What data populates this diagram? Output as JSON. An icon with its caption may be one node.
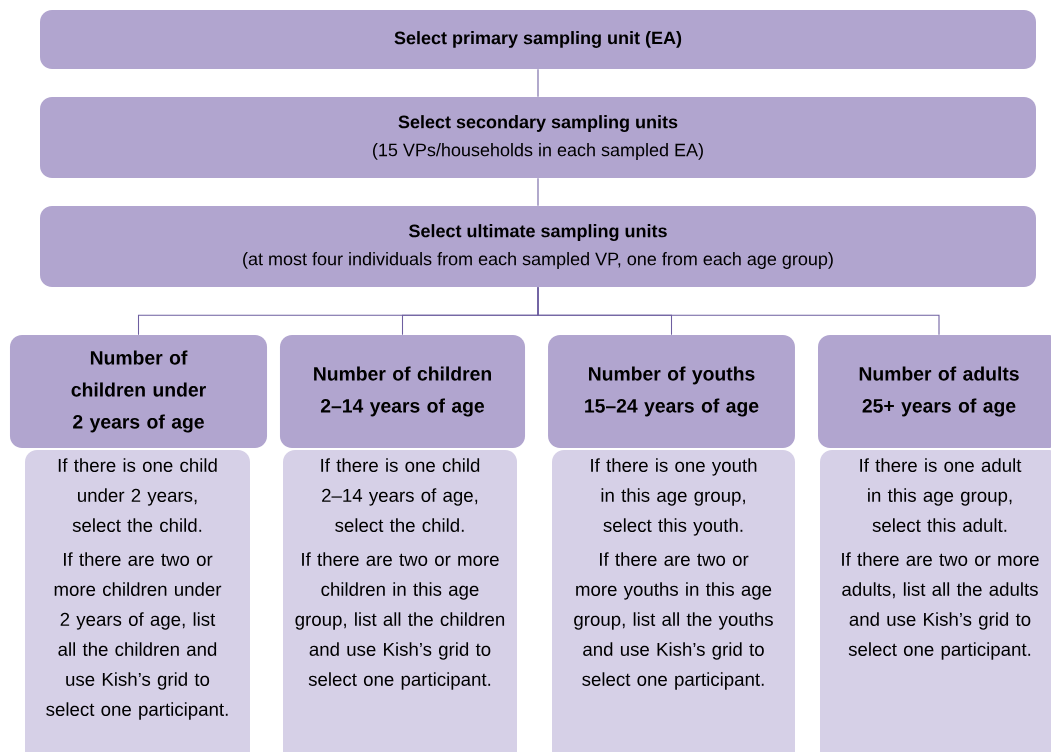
{
  "diagram": {
    "nodes": [
      {
        "text": [
          "Select primary sampling unit (EA)"
        ]
      },
      {
        "text": [
          "Select secondary sampling units",
          "(15 VPs/households in each sampled EA)"
        ]
      },
      {
        "text": [
          "Select ultimate sampling units",
          "(at most four individuals from each sampled VP, one from each age group)"
        ]
      },
      {
        "text": [
          "Number of children under 2 years of age"
        ]
      },
      {
        "text": [
          "If there is one child under 2 years, select the child.",
          "If there are two or more children under 2 years of age, list all the children and use Kish’s grid to select one participant."
        ]
      },
      {
        "text": [
          "Number of children 2–14 years of age"
        ]
      },
      {
        "text": [
          "If there is one child 2–14 years of age, select the child.",
          "If there are two or more children in this age group, list all the children and use Kish’s grid to select one participant."
        ]
      },
      {
        "text": [
          "Number of youths 15–24 years of age"
        ]
      },
      {
        "text": [
          "If there is one youth in this age group, select this youth.",
          "If there are two or more youths in this age group, list all the youths and use Kish’s grid to select one participant."
        ]
      },
      {
        "text": [
          "Number of adults 25+ years of age"
        ]
      },
      {
        "text": [
          "If there is one adult in this age group, select this adult.",
          "If there are two or more adults, list all the adults and use Kish’s grid to select one participant."
        ]
      }
    ],
    "edges": [
      {
        "from": 0,
        "to": 1,
        "arrow": "none"
      },
      {
        "from": 1,
        "to": 2,
        "arrow": "none"
      },
      {
        "from": 2,
        "to": 3,
        "arrow": "none"
      },
      {
        "from": 2,
        "to": 5,
        "arrow": "none"
      },
      {
        "from": 2,
        "to": 7,
        "arrow": "none"
      },
      {
        "from": 2,
        "to": 9,
        "arrow": "none"
      }
    ]
  }
}
